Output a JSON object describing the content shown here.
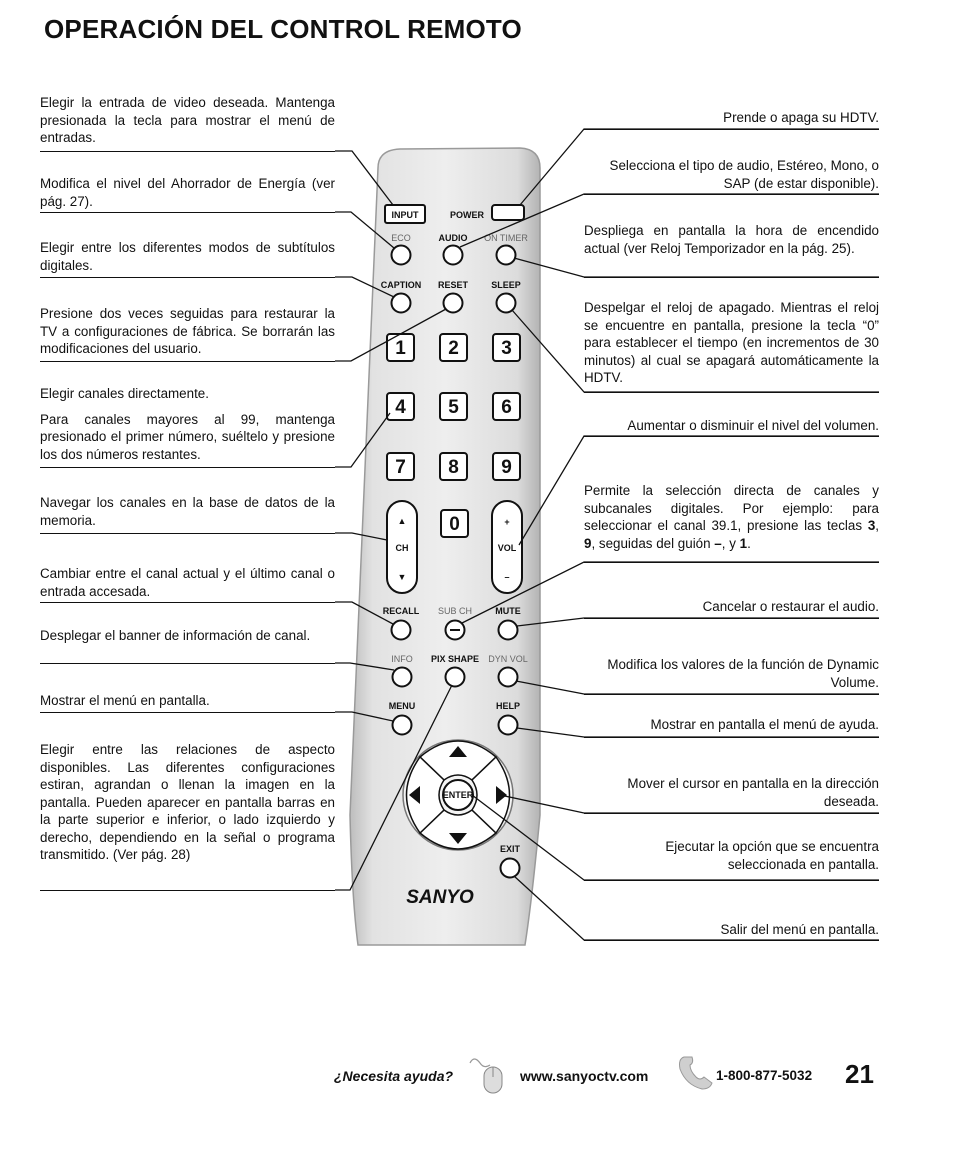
{
  "header": {
    "title": "OPERACIÓN DEL CONTROL REMOTO"
  },
  "left_annotations": [
    "Elegir la entrada de video deseada. Mantenga presionada la tecla para mostrar el menú de entradas.",
    "Modifica el nivel del Ahorrador de Energía (ver pág. 27).",
    "Elegir entre los diferentes modos de subtítulos digitales.",
    "Presione dos veces seguidas para restaurar la TV a configuraciones de fábrica. Se borrarán las modificaciones del usuario.",
    "Elegir canales directamente.",
    "Para canales mayores al 99, mantenga presionado el primer número, suéltelo y presione los dos números restantes.",
    "Navegar los canales en la base de datos de la memoria.",
    "Cambiar entre el canal actual y el último canal o entrada accesada.",
    "Desplegar el banner de información de canal.",
    "Mostrar el menú en pantalla.",
    "Elegir entre las relaciones de aspecto disponibles. Las diferentes configuraciones estiran, agrandan o llenan la imagen en la pantalla. Pueden aparecer en pantalla barras en la parte superior e inferior, o lado izquierdo y derecho, dependiendo en la señal o programa transmitido. (Ver pág. 28)"
  ],
  "right_annotations": [
    "Prende o apaga su HDTV.",
    "Selecciona el tipo de audio, Estéreo, Mono, o SAP (de estar disponible).",
    "Despliega en pantalla la hora de encendido actual (ver Reloj Temporizador en la pág. 25).",
    "Despelgar el reloj de apagado. Mientras el reloj se encuentre en pantalla, presione la tecla “0” para establecer el tiempo (en incrementos de 30 minutos) al cual se apagará automáticamente la HDTV.",
    "Aumentar o disminuir el nivel del volumen.",
    "Cancelar o restaurar el audio.",
    "Modifica los valores de la función de Dynamic Volume.",
    "Mostrar en pantalla el menú de ayuda.",
    "Mover el cursor en pantalla en la dirección deseada.",
    "Ejecutar la opción que se encuentra seleccionada en pantalla.",
    "Salir del menú en pantalla."
  ],
  "channel_note": {
    "p1": "Permite la selección directa de canales y subcanales digitales. Por ejemplo: para seleccionar el canal 39.1, presione las teclas ",
    "k1": "3",
    "s1": ", ",
    "k2": "9",
    "s2": ", seguidas del guión ",
    "k3": "–",
    "s3": ", y ",
    "k4": "1",
    "s4": "."
  },
  "remote": {
    "input": "INPUT",
    "power": "POWER",
    "eco": "ECO",
    "audio": "AUDIO",
    "ontimer": "ON TIMER",
    "caption": "CAPTION",
    "reset": "RESET",
    "sleep": "SLEEP",
    "digits": [
      "1",
      "2",
      "3",
      "4",
      "5",
      "6",
      "7",
      "8",
      "9",
      "0"
    ],
    "ch": "CH",
    "vol": "VOL",
    "ch_up": "▲",
    "ch_down": "▼",
    "vol_up": "+",
    "vol_down": "–",
    "recall": "RECALL",
    "subch": "SUB CH",
    "mute": "MUTE",
    "info": "INFO",
    "pixshape": "PIX SHAPE",
    "dynvol": "DYN VOL",
    "menu": "MENU",
    "help": "HELP",
    "enter": "ENTER",
    "exit": "EXIT",
    "brand": "SANYO"
  },
  "footer": {
    "help_question": "¿Necesita ayuda?",
    "website": "www.sanyoctv.com",
    "phone": "1-800-877-5032",
    "page_number": "21"
  }
}
